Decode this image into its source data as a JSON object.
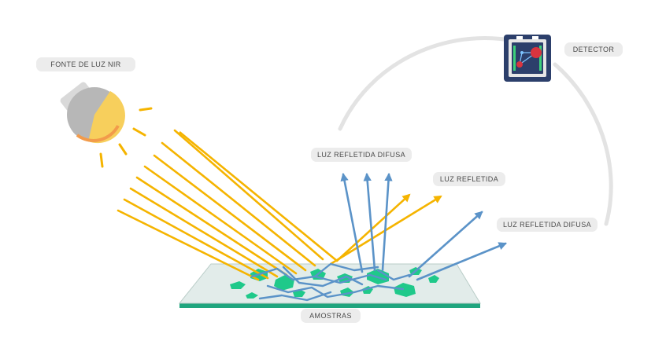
{
  "labels": {
    "source": "FONTE DE LUZ NIR",
    "detector": "DETECTOR",
    "diffuse_top": "LUZ REFLETIDA DIFUSA",
    "reflected": "LUZ REFLETIDA",
    "diffuse_right": "LUZ REFLETIDA DIFUSA",
    "samples": "AMOSTRAS"
  },
  "colors": {
    "light_beam": "#f5b400",
    "diffuse_ray": "#5b93c8",
    "sample": "#1fc98a",
    "glass": "#c9ddd8",
    "detector_body": "#2c3f6b",
    "arc": "#e3e3e3"
  }
}
